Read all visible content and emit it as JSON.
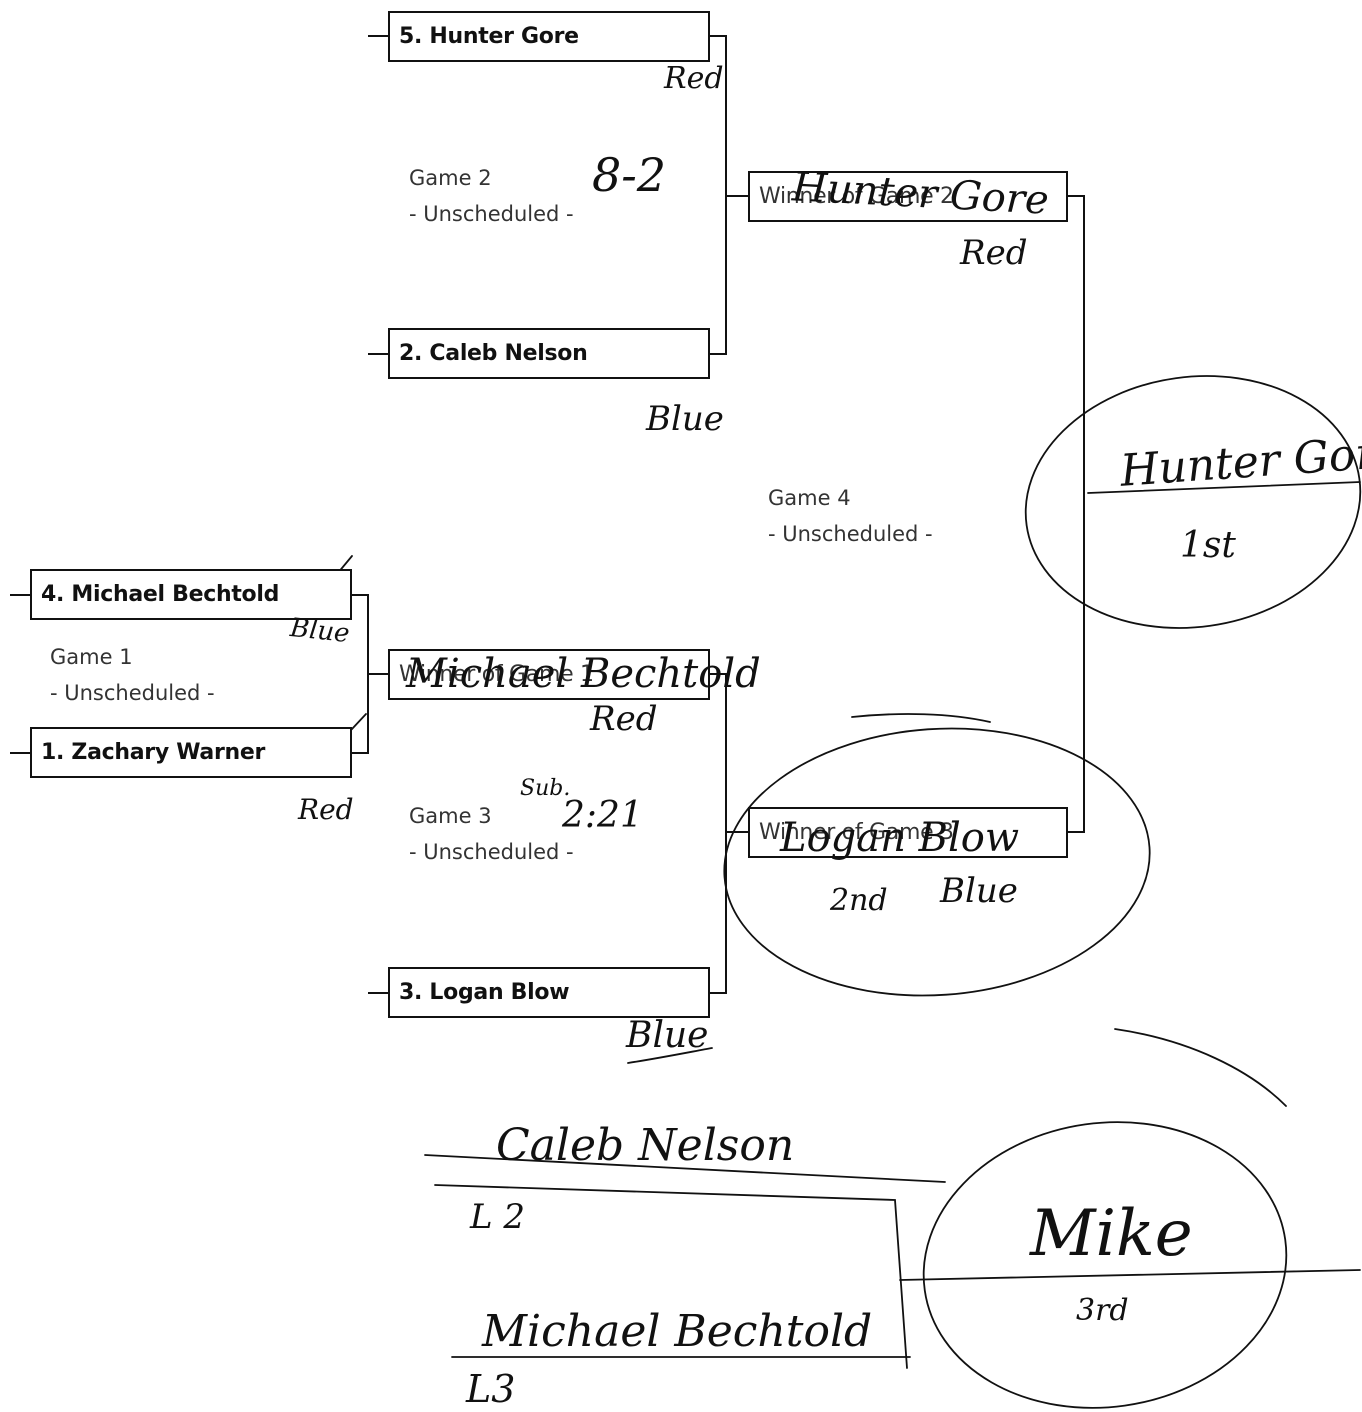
{
  "bracket": {
    "game1": {
      "label": "Game 1",
      "status": "- Unscheduled -"
    },
    "game2": {
      "label": "Game 2",
      "status": "- Unscheduled -"
    },
    "game3": {
      "label": "Game 3",
      "status": "- Unscheduled -"
    },
    "game4": {
      "label": "Game 4",
      "status": "- Unscheduled -"
    },
    "seeds": {
      "s5": "5. Hunter Gore",
      "s2": "2. Caleb Nelson",
      "s4": "4. Michael Bechtold",
      "s1": "1. Zachary Warner",
      "s3": "3. Logan Blow"
    },
    "placeholders": {
      "w_game2": "Winner of Game 2",
      "w_game1": "Winner of Game 1",
      "w_game3": "Winner of Game 3"
    }
  },
  "handwriting": {
    "red_gore": "Red",
    "blue_nelson": "Blue",
    "score_game2": "8-2",
    "winner_game2": "Hunter Gore",
    "red_game2": "Red",
    "champion": "Hunter Gore",
    "first": "1st",
    "blue_bechtold": "Blue",
    "red_warner": "Red",
    "winner_game1": "Michael Bechtold",
    "red_game1": "Red",
    "sub": "Sub.",
    "time_game3": "2:21",
    "winner_game3": "Logan Blow",
    "second": "2nd",
    "blue_game3": "Blue",
    "blue_blow": "Blue",
    "loser_top": "Caleb Nelson",
    "l2": "L 2",
    "loser_bottom": "Michael Bechtold",
    "l3": "L3",
    "third_winner": "Mike",
    "third": "3rd"
  }
}
